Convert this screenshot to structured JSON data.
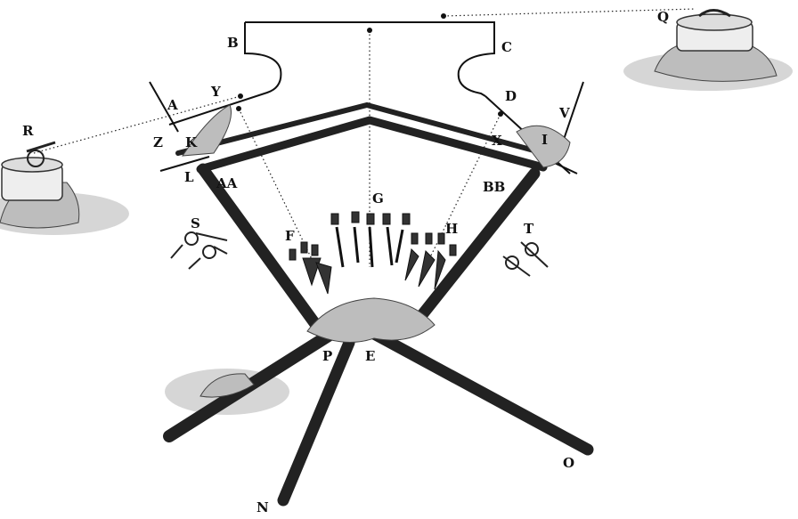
{
  "labels": {
    "A": "A",
    "Y": "Y",
    "B": "B",
    "C": "C",
    "D": "D",
    "V": "V",
    "Z": "Z",
    "K": "K",
    "L": "L",
    "AA": "AA",
    "X": "X",
    "I": "I",
    "BB": "BB",
    "G": "G",
    "F": "F",
    "H": "H",
    "S": "S",
    "T": "T",
    "P": "P",
    "E": "E",
    "N": "N",
    "O": "O",
    "Q": "Q",
    "R": "R"
  },
  "colors": {
    "ink": "#111111",
    "shade": "#bdbdbd",
    "ground": "#d6d6d6"
  }
}
